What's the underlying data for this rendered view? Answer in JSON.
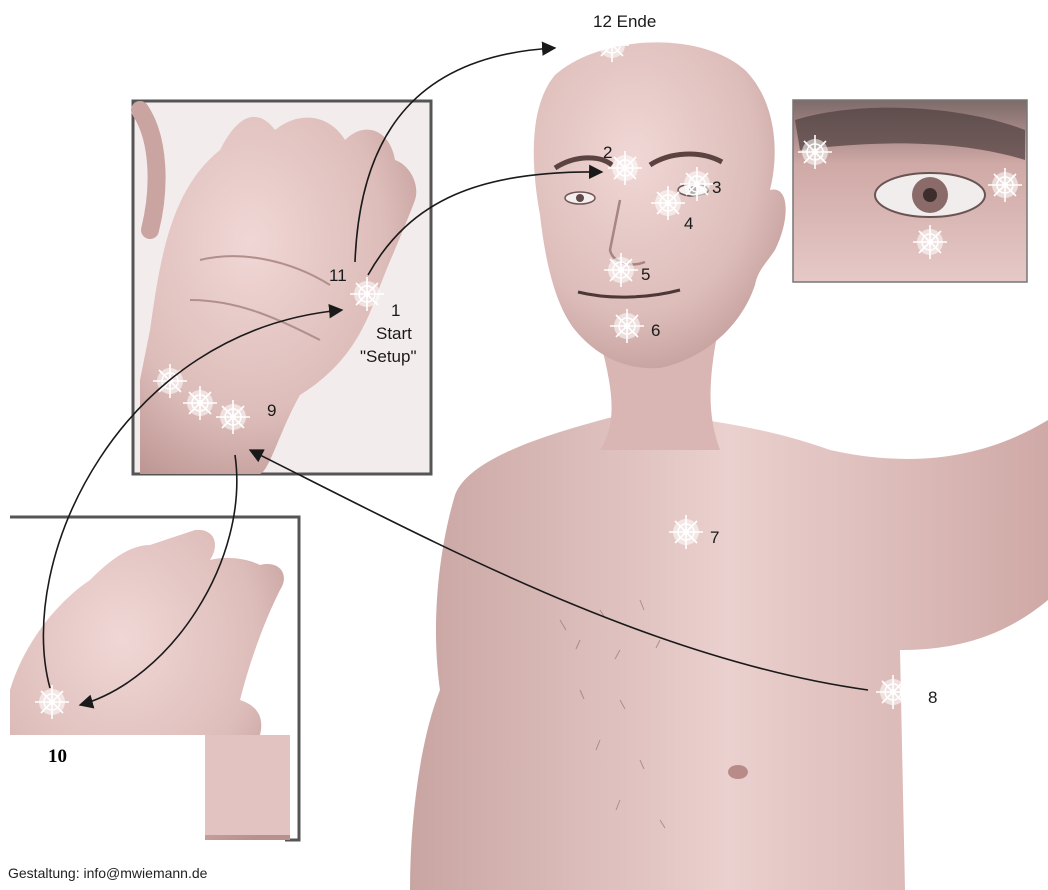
{
  "labels": {
    "p1": "1",
    "start": "Start",
    "setup": "\"Setup\"",
    "p2": "2",
    "p3": "3",
    "p4": "4",
    "p5": "5",
    "p6": "6",
    "p7": "7",
    "p8": "8",
    "p9": "9",
    "p10": "10",
    "p11": "11",
    "p12": "12 Ende"
  },
  "credit": "Gestaltung: info@mwiemann.de",
  "colors": {
    "skin": "#e7cbc9",
    "skin_shadow": "#b9928f",
    "frame": "#555555",
    "arrow": "#1a1a1a"
  },
  "icons": {
    "tapping_point": "sparkle-icon"
  }
}
